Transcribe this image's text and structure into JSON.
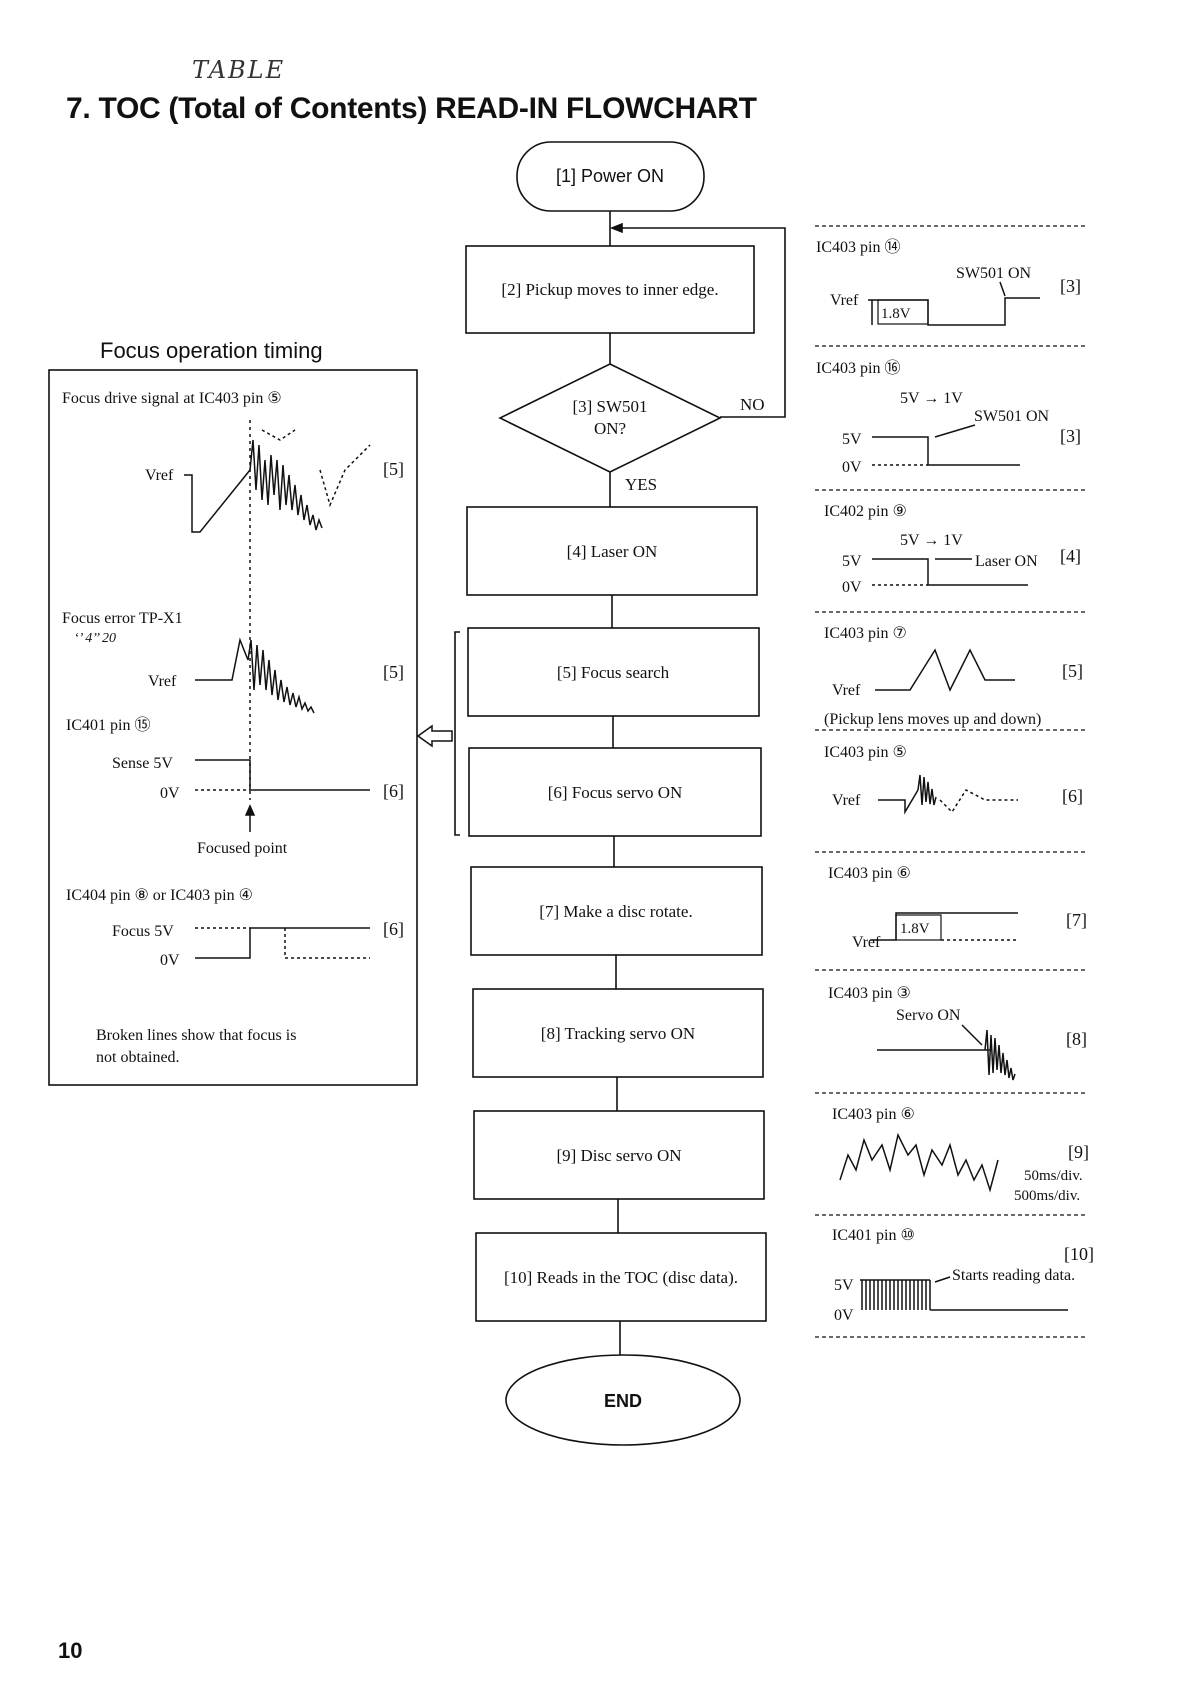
{
  "header": {
    "handwritten_note": "TABLE",
    "title": "7. TOC (Total of Contents) READ-IN FLOWCHART",
    "page_number": "10"
  },
  "flowchart": {
    "start": "[1] Power ON",
    "steps": [
      "[2] Pickup moves to inner edge.",
      "[4] Laser ON",
      "[5] Focus search",
      "[6] Focus servo ON",
      "[7] Make a disc rotate.",
      "[8] Tracking servo ON",
      "[9] Disc servo ON",
      "[10] Reads in the TOC (disc data)."
    ],
    "decision": {
      "line1": "[3] SW501",
      "line2": "ON?",
      "yes": "YES",
      "no": "NO"
    },
    "end": "END"
  },
  "focus_timing": {
    "title": "Focus operation timing",
    "drive_signal": "Focus drive signal at IC403 pin ⑤",
    "vref": "Vref",
    "ref5": "[5]",
    "ref6": "[6]",
    "focus_error": "Focus error TP-X1",
    "handwritten_numbers": "‘’ 4’’ 20",
    "ic401_pin": "IC401 pin ⑮",
    "sense5v": "Sense 5V",
    "zero_v": "0V",
    "focused_point": "Focused point",
    "ic404": "IC404 pin ⑧ or IC403 pin ④",
    "focus5v": "Focus 5V",
    "note_line1": "Broken lines show that focus is",
    "note_line2": "not obtained."
  },
  "waveforms": {
    "w1": {
      "pin": "IC403 pin ⑭",
      "label": "SW501 ON",
      "vref": "Vref",
      "level": "1.8V",
      "ref": "[3]"
    },
    "w2": {
      "pin": "IC403 pin ⑯",
      "change": "5V → 1V",
      "label": "SW501 ON",
      "v5": "5V",
      "v0": "0V",
      "ref": "[3]"
    },
    "w3": {
      "pin": "IC402 pin ⑨",
      "change": "5V → 1V",
      "label": "Laser ON",
      "v5": "5V",
      "v0": "0V",
      "ref": "[4]"
    },
    "w4": {
      "pin": "IC403 pin ⑦",
      "vref": "Vref",
      "note": "(Pickup lens moves up and down)",
      "ref": "[5]"
    },
    "w5": {
      "pin": "IC403 pin ⑤",
      "vref": "Vref",
      "ref": "[6]"
    },
    "w6": {
      "pin": "IC403 pin ⑥",
      "vref": "Vref",
      "level": "1.8V",
      "ref": "[7]"
    },
    "w7": {
      "pin": "IC403 pin ③",
      "label": "Servo ON",
      "ref": "[8]"
    },
    "w8": {
      "pin": "IC403 pin ⑥",
      "ref": "[9]",
      "scale1": "50ms/div.",
      "scale2": "500ms/div."
    },
    "w9": {
      "pin": "IC401 pin ⑩",
      "ref": "[10]",
      "label": "Starts reading data.",
      "v5": "5V",
      "v0": "0V"
    }
  }
}
